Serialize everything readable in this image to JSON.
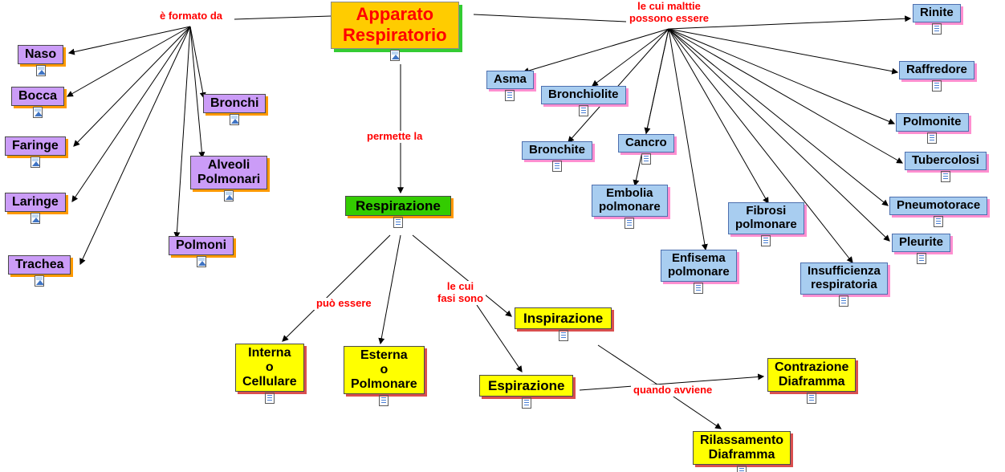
{
  "nodes": {
    "apparato": {
      "label": "Apparato\nRespiratorio",
      "icon": "image"
    },
    "naso": {
      "label": "Naso",
      "icon": "image"
    },
    "bocca": {
      "label": "Bocca",
      "icon": "image"
    },
    "faringe": {
      "label": "Faringe",
      "icon": "image"
    },
    "laringe": {
      "label": "Laringe",
      "icon": "image"
    },
    "trachea": {
      "label": "Trachea",
      "icon": "image"
    },
    "bronchi": {
      "label": "Bronchi",
      "icon": "image"
    },
    "alveoli": {
      "label": "Alveoli\nPolmonari",
      "icon": "image"
    },
    "polmoni": {
      "label": "Polmoni",
      "icon": "image"
    },
    "respirazione": {
      "label": "Respirazione",
      "icon": "document"
    },
    "interna": {
      "label": "Interna\no\nCellulare",
      "icon": "document"
    },
    "esterna": {
      "label": "Esterna\no\nPolmonare",
      "icon": "document"
    },
    "inspirazione": {
      "label": "Inspirazione",
      "icon": "document"
    },
    "espirazione": {
      "label": "Espirazione",
      "icon": "document"
    },
    "contrazione": {
      "label": "Contrazione\nDiaframma",
      "icon": "document"
    },
    "rilassamento": {
      "label": "Rilassamento\nDiaframma",
      "icon": "document"
    },
    "asma": {
      "label": "Asma",
      "icon": "document"
    },
    "bronchiolite": {
      "label": "Bronchiolite",
      "icon": "document"
    },
    "bronchite": {
      "label": "Bronchite",
      "icon": "document"
    },
    "cancro": {
      "label": "Cancro",
      "icon": "document"
    },
    "embolia": {
      "label": "Embolia\npolmonare",
      "icon": "document"
    },
    "enfisema": {
      "label": "Enfisema\npolmonare",
      "icon": "document"
    },
    "fibrosi": {
      "label": "Fibrosi\npolmonare",
      "icon": "document"
    },
    "insufficienza": {
      "label": "Insufficienza\nrespiratoria",
      "icon": "document"
    },
    "rinite": {
      "label": "Rinite",
      "icon": "document"
    },
    "raffredore": {
      "label": "Raffredore",
      "icon": "document"
    },
    "polmonite": {
      "label": "Polmonite",
      "icon": "document"
    },
    "tubercolosi": {
      "label": "Tubercolosi",
      "icon": "document"
    },
    "pneumotorace": {
      "label": "Pneumotorace",
      "icon": "document"
    },
    "pleurite": {
      "label": "Pleurite",
      "icon": "document"
    }
  },
  "linking_phrases": {
    "formato": "è formato da",
    "malattie": "le cui malttie\npossono essere",
    "permette": "permette la",
    "puo": "può essere",
    "fasi": "le cui\nfasi sono",
    "quando": "quando avviene"
  },
  "colors": {
    "anatomy_node": "#cb9cf7",
    "anatomy_shadow": "#ff9900",
    "central_node": "#ffcc00",
    "central_text": "#ff0000",
    "central_shadow": "#33cc33",
    "process_node": "#33cc00",
    "phase_node": "#ffff00",
    "phase_shadow": "#d94f4f",
    "disease_node": "#a8cdf0",
    "disease_shadow": "#ff8fd0",
    "linking_text": "#ff0000",
    "line": "#000000"
  }
}
